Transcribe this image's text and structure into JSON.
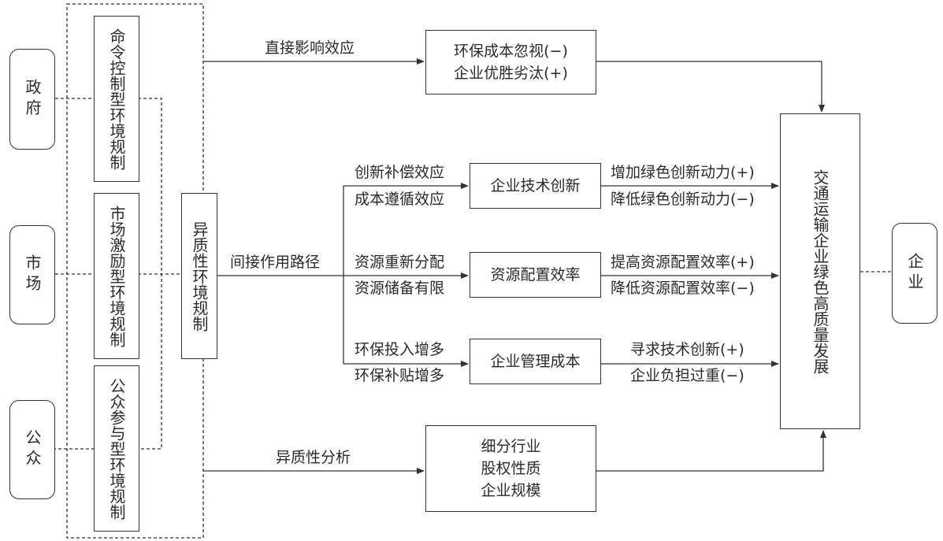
{
  "actors": [
    "政府",
    "市场",
    "公众"
  ],
  "regulations": [
    "命令控制型环境规制",
    "市场激励型环境规制",
    "公众参与型环境规制"
  ],
  "hetero_box": "异质性环境规制",
  "paths": {
    "direct": {
      "label": "直接影响效应",
      "effects": [
        "环保成本忽视(−)",
        "企业优胜劣汰(+)"
      ]
    },
    "indirect": {
      "label": "间接作用路径",
      "branches": [
        {
          "causes": [
            "创新补偿效应",
            "成本遵循效应"
          ],
          "mediator": "企业技术创新",
          "outcomes": [
            "增加绿色创新动力(+)",
            "降低绿色创新动力(−)"
          ]
        },
        {
          "causes": [
            "资源重新分配",
            "资源储备有限"
          ],
          "mediator": "资源配置效率",
          "outcomes": [
            "提高资源配置效率(+)",
            "降低资源配置效率(−)"
          ]
        },
        {
          "causes": [
            "环保投入增多",
            "环保补贴增多"
          ],
          "mediator": "企业管理成本",
          "outcomes": [
            "寻求技术创新(+)",
            "企业负担过重(−)"
          ]
        }
      ]
    },
    "hetero": {
      "label": "异质性分析",
      "items": [
        "细分行业",
        "股权性质",
        "企业规模"
      ]
    }
  },
  "target": "交通运输企业绿色高质量发展",
  "firm": "企业"
}
